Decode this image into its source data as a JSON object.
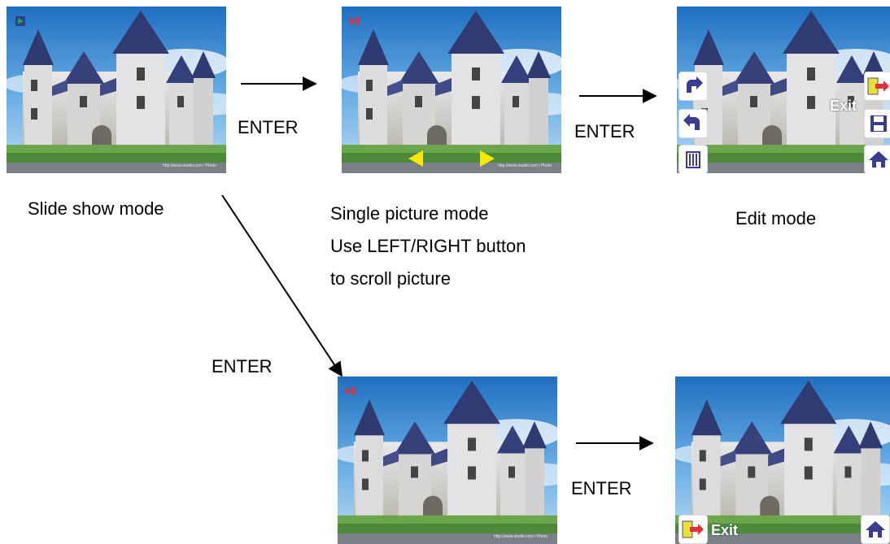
{
  "edge_label": "ENTER",
  "captions": {
    "slideshow": "Slide show mode",
    "single_line1": "Single picture mode",
    "single_line2": "Use LEFT/RIGHT button",
    "single_line3": "to scroll picture",
    "edit": "Edit mode"
  },
  "overlays": {
    "exit_top": "Exit",
    "exit_bottom": "Exit",
    "watermark": "http://www.studio.com / Photo"
  },
  "colors": {
    "icon_blue": "#3b3b8f",
    "arrow_yellow": "#f6e800",
    "status_red": "#e0303a",
    "status_green": "#27a84a"
  },
  "icons": {
    "slideshow_status": "play-icon",
    "single_status": "pause-icon",
    "edit_left": [
      "rotate-right-icon",
      "rotate-left-icon",
      "delete-icon"
    ],
    "edit_right": [
      "exit-icon",
      "save-icon",
      "home-icon"
    ],
    "bottom_right": [
      "exit-icon",
      "home-icon"
    ]
  }
}
